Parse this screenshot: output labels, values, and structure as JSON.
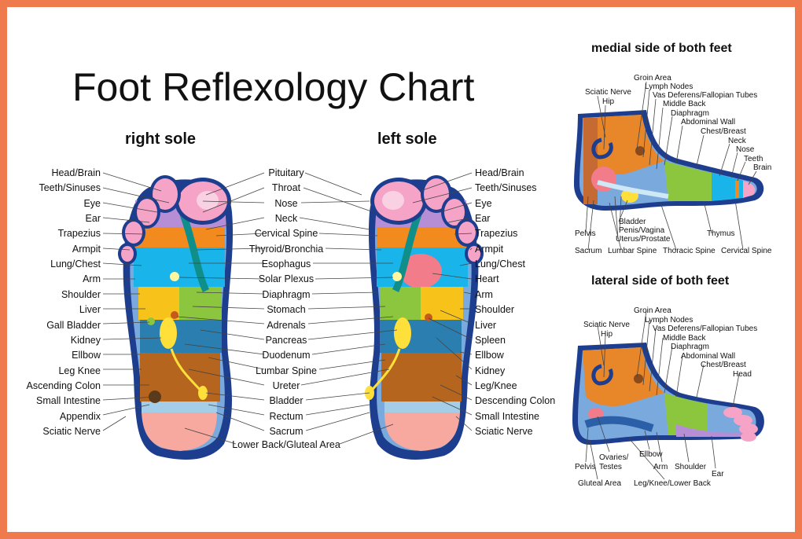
{
  "title": "Foot Reflexology Chart",
  "right_sole_heading": "right sole",
  "left_sole_heading": "left sole",
  "medial_heading": "medial side of both feet",
  "lateral_heading": "lateral side of both feet",
  "right_labels": [
    "Head/Brain",
    "Teeth/Sinuses",
    "Eye",
    "Ear",
    "Trapezius",
    "Armpit",
    "Lung/Chest",
    "Arm",
    "Shoulder",
    "Liver",
    "Gall Bladder",
    "Kidney",
    "Ellbow",
    "Leg Knee",
    "Ascending Colon",
    "Small Intestine",
    "Appendix",
    "Sciatic Nerve"
  ],
  "center_labels": [
    "Pituitary",
    "Throat",
    "Nose",
    "Neck",
    "Cervical Spine",
    "Thyroid/Bronchia",
    "Esophagus",
    "Solar Plexus",
    "Diaphragm",
    "Stomach",
    "Adrenals",
    "Pancreas",
    "Duodenum",
    "Lumbar Spine",
    "Ureter",
    "Bladder",
    "Rectum",
    "Sacrum",
    "Lower Back/Gluteal Area"
  ],
  "left_labels": [
    "Head/Brain",
    "Teeth/Sinuses",
    "Eye",
    "Ear",
    "Trapezius",
    "Armpit",
    "Lung/Chest",
    "Heart",
    "Arm",
    "Shoulder",
    "Liver",
    "Spleen",
    "Ellbow",
    "Kidney",
    "Leg/Knee",
    "Descending Colon",
    "Small Intestine",
    "Sciatic Nerve"
  ],
  "medial_labels": {
    "sciatic": "Sciatic Nerve",
    "hip": "Hip",
    "groin": "Groin Area",
    "lymph": "Lymph Nodes",
    "vas": "Vas Deferens/Fallopian Tubes",
    "middle_back": "Middle Back",
    "diaphragm": "Diaphragm",
    "abdominal": "Abdominal Wall",
    "chest": "Chest/Breast",
    "neck": "Neck",
    "nose": "Nose",
    "teeth": "Teeth",
    "brain": "Brain",
    "bladder": "Bladder",
    "penis": "Penis/Vagina",
    "uterus": "Uterus/Prostate",
    "pelvis": "Pelvis",
    "sacrum": "Sacrum",
    "lumbar": "Lumbar Spine",
    "thymus": "Thymus",
    "thoracic": "Thoracic Spine",
    "cervical": "Cervical Spine"
  },
  "lateral_labels": {
    "sciatic": "Sciatic Nerve",
    "hip": "Hip",
    "groin": "Groin Area",
    "lymph": "Lymph Nodes",
    "vas": "Vas Deferens/Fallopian Tubes",
    "middle_back": "Middle Back",
    "diaphragm": "Diaphragm",
    "abdominal": "Abdominal Wall",
    "chest": "Chest/Breast",
    "head": "Head",
    "ovaries": "Ovaries/",
    "testes": "Testes",
    "pelvis": "Pelvis",
    "ellbow": "Ellbow",
    "arm": "Arm",
    "shoulder": "Shoulder",
    "ear": "Ear",
    "gluteal": "Gluteal Area",
    "legknee": "Leg/Knee/Lower Back"
  },
  "colors": {
    "border": "#ee7a4e",
    "outline": "#1d3d8f",
    "pink_toe": "#f5a3c6",
    "purple": "#b58ed6",
    "orange": "#f28a1e",
    "cyan": "#19b4ea",
    "green": "#8cc63f",
    "yellow": "#f7c31b",
    "brown": "#b5651d",
    "heel": "#f7a9a0"
  }
}
